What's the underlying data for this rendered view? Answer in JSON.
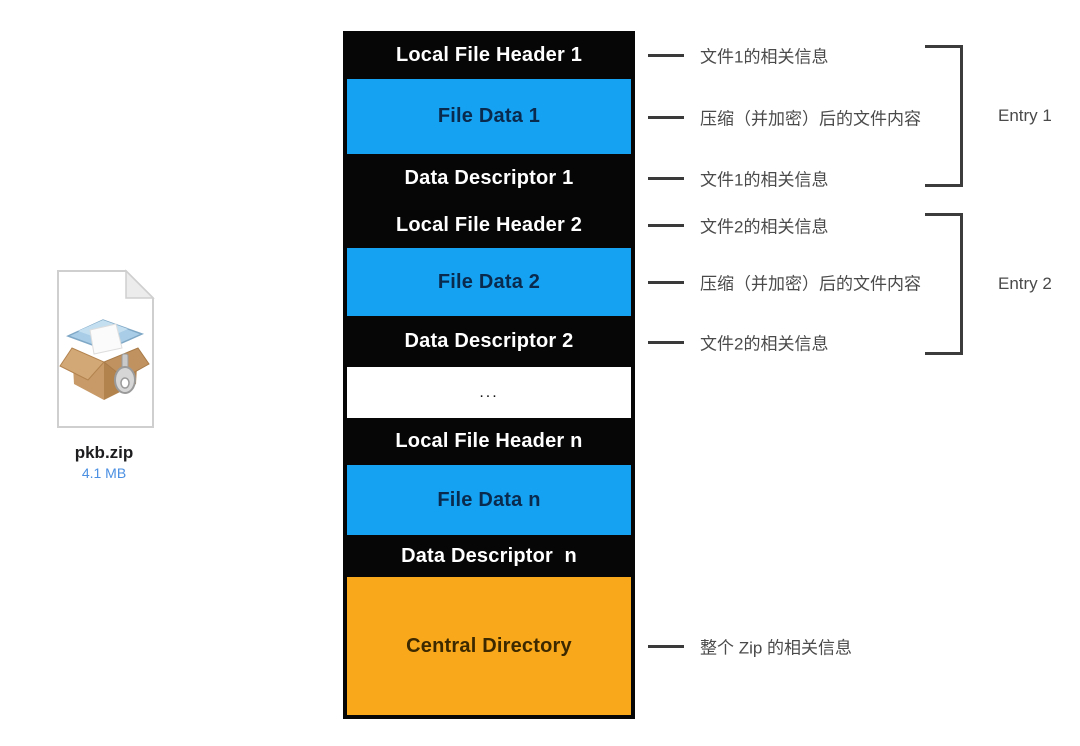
{
  "file": {
    "name": "pkb.zip",
    "size": "4.1 MB",
    "icon": "zip-archive-box-icon"
  },
  "stack": {
    "blocks": [
      {
        "label": "Local File Header 1",
        "type": "header"
      },
      {
        "label": "File Data 1",
        "type": "data"
      },
      {
        "label": "Data Descriptor 1",
        "type": "header"
      },
      {
        "label": "Local File Header 2",
        "type": "header"
      },
      {
        "label": "File Data 2",
        "type": "data"
      },
      {
        "label": "Data Descriptor 2",
        "type": "header"
      },
      {
        "label": "...",
        "type": "ellipsis"
      },
      {
        "label": "Local File Header n",
        "type": "header"
      },
      {
        "label": "File Data n",
        "type": "data"
      },
      {
        "label": "Data Descriptor  n",
        "type": "header"
      },
      {
        "label": "Central Directory",
        "type": "central"
      }
    ]
  },
  "annotations": [
    {
      "text": "文件1的相关信息"
    },
    {
      "text": "压缩（并加密）后的文件内容"
    },
    {
      "text": "文件1的相关信息"
    },
    {
      "text": "文件2的相关信息"
    },
    {
      "text": "压缩（并加密）后的文件内容"
    },
    {
      "text": "文件2的相关信息"
    },
    {
      "text": "整个 Zip 的相关信息"
    }
  ],
  "entries": [
    {
      "label": "Entry 1"
    },
    {
      "label": "Entry 2"
    }
  ],
  "colors": {
    "block_black": "#060606",
    "block_blue": "#16a2f3",
    "block_orange": "#f9a81b",
    "annotation_gray": "#4a4a4a",
    "file_size_blue": "#4a8fe2"
  }
}
